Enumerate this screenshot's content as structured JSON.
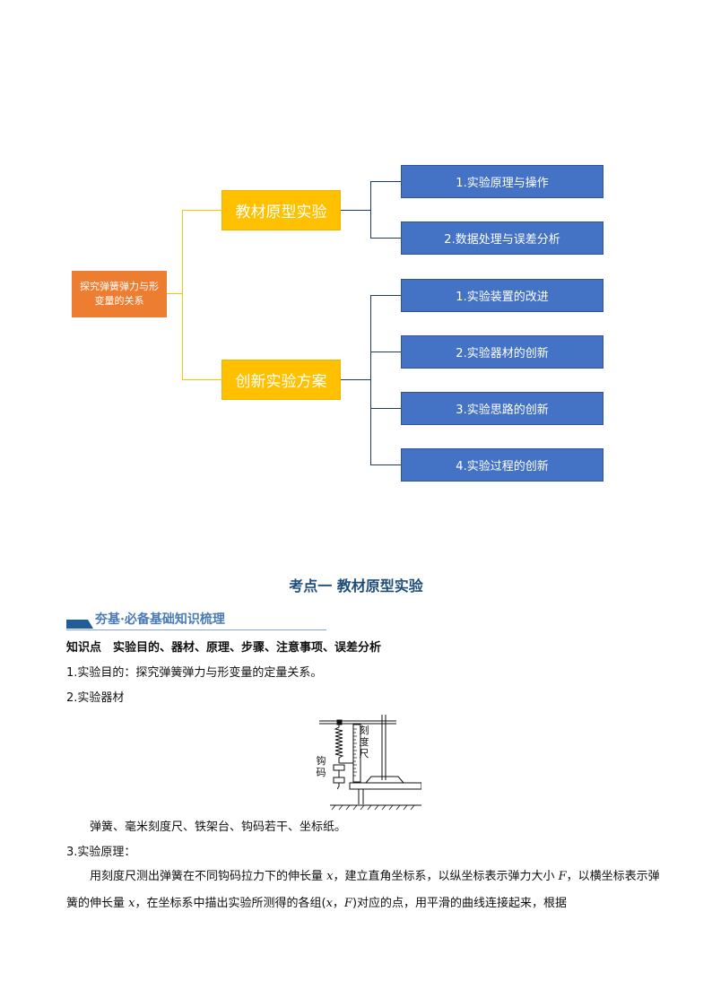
{
  "mindmap": {
    "root": "探究弹簧弹力与形变量的关系",
    "branches": [
      {
        "label": "教材原型实验",
        "children": [
          "1.实验原理与操作",
          "2.数据处理与误差分析"
        ]
      },
      {
        "label": "创新实验方案",
        "children": [
          "1.实验装置的改进",
          "2.实验器材的创新",
          "3.实验思路的创新",
          "4.实验过程的创新"
        ]
      }
    ],
    "colors": {
      "root": "#ed7d31",
      "branch": "#ffc000",
      "leaf": "#4472c4"
    }
  },
  "section": {
    "title": "考点一  教材原型实验",
    "banner": "夯基·必备基础知识梳理",
    "knowledge_point": "知识点　实验目的、器材、原理、步骤、注意事项、误差分析",
    "item1": "1.实验目的：探究弹簧弹力与形变量的定量关系。",
    "item2": "2.实验器材",
    "figure_labels": {
      "ruler": "刻度尺",
      "weights": "钩码"
    },
    "materials": "弹簧、毫米刻度尺、铁架台、钩码若干、坐标纸。",
    "item3": "3.实验原理：",
    "principle_parts": {
      "p1": "用刻度尺测出弹簧在不同钩码拉力下的伸长量 ",
      "x": "x",
      "p2": "，建立直角坐标系，以纵坐标表示弹力大小 ",
      "F": "F",
      "p3": "，以横坐标表示弹簧的伸长量 ",
      "p4": "，在坐标系中描出实验所测得的各组(",
      "comma": "，",
      "p5": ")对应的点，用平滑的曲线连接起来，根据"
    }
  }
}
